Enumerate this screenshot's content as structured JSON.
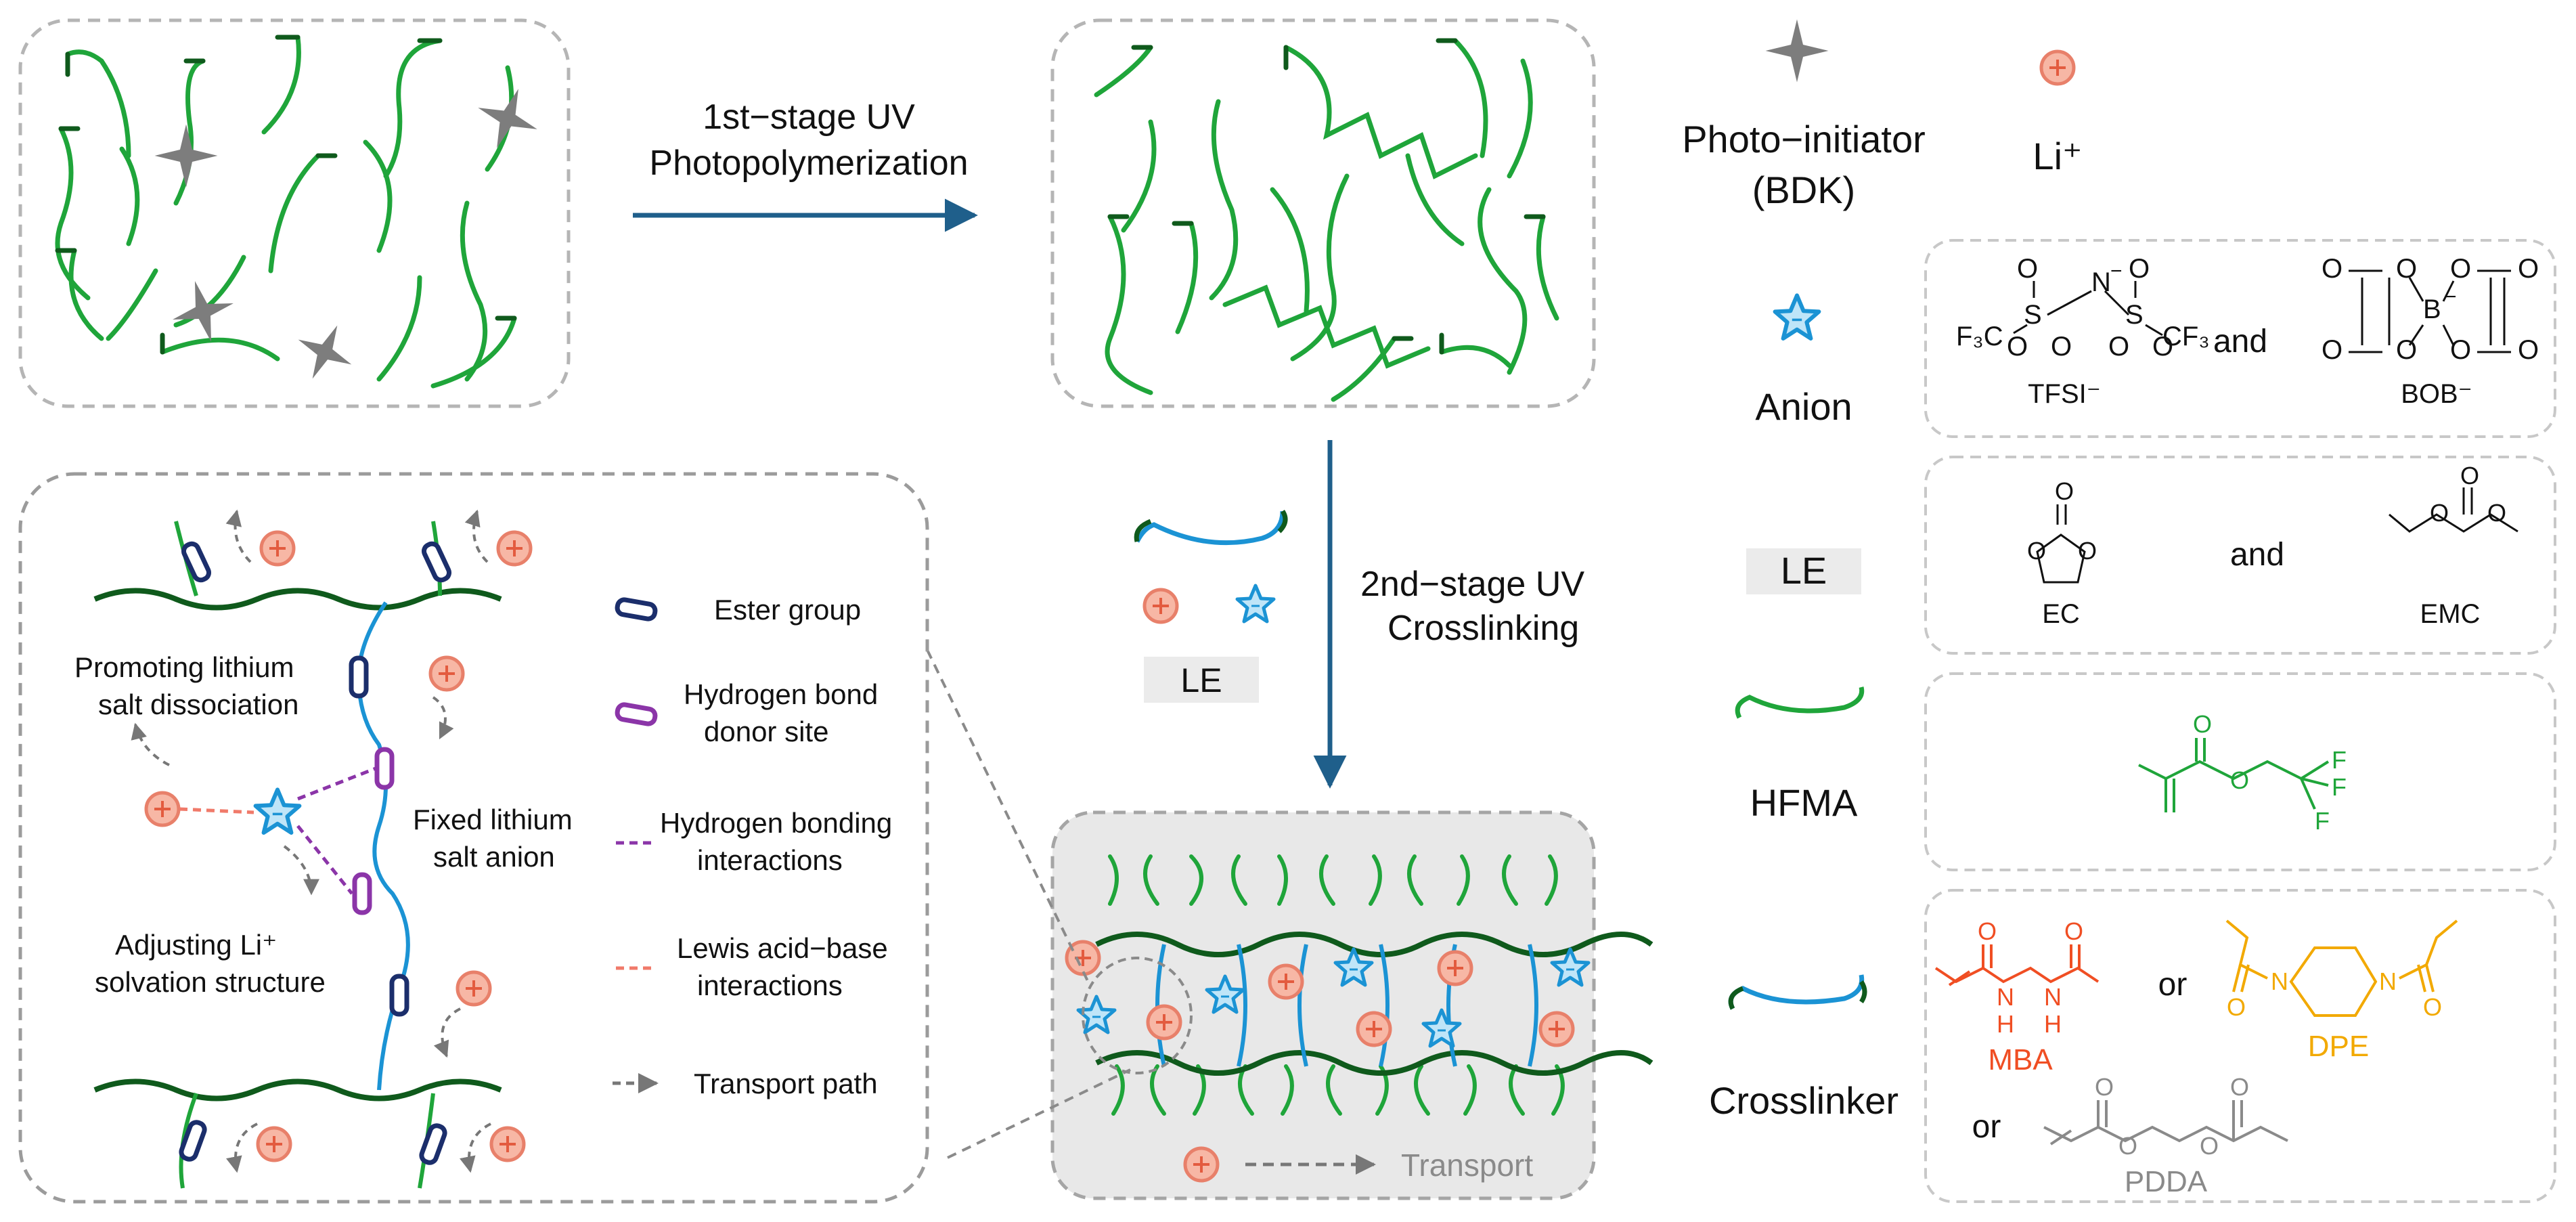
{
  "arrows": {
    "stage1_line1": "1st−stage UV",
    "stage1_line2": "Photopolymerization",
    "stage2_line1": "2nd−stage UV",
    "stage2_line2": "Crosslinking"
  },
  "mid_le_label": "LE",
  "bottom_transport": "Transport",
  "detail": {
    "promoting_1": "Promoting lithium",
    "promoting_2": "salt dissociation",
    "fixed_1": "Fixed lithium",
    "fixed_2": "salt anion",
    "adjusting_1": "Adjusting Li⁺",
    "adjusting_2": "solvation structure"
  },
  "detail_legend": [
    {
      "label_1": "Ester group",
      "label_2": ""
    },
    {
      "label_1": "Hydrogen bond",
      "label_2": "donor site"
    },
    {
      "label_1": "Hydrogen bonding",
      "label_2": "interactions"
    },
    {
      "label_1": "Lewis acid−base",
      "label_2": "interactions"
    },
    {
      "label_1": "Transport path",
      "label_2": ""
    }
  ],
  "legend": {
    "photoinitiator_1": "Photo−initiator",
    "photoinitiator_2": "(BDK)",
    "li": "Li⁺",
    "anion": "Anion",
    "le": "LE",
    "hfma": "HFMA",
    "crosslinker": "Crosslinker"
  },
  "anion_box": {
    "tfsi": "TFSI⁻",
    "bob": "BOB⁻",
    "and": "and",
    "tfsi_left": "F₃C",
    "tfsi_right": "CF₃",
    "n": "N",
    "s": "S",
    "b": "B",
    "minus": "−",
    "o": "O"
  },
  "le_box": {
    "ec": "EC",
    "emc": "EMC",
    "and": "and"
  },
  "crosslinker_box": {
    "mba": "MBA",
    "dpe": "DPE",
    "pdda": "PDDA",
    "or": "or",
    "h": "H",
    "n": "N",
    "o": "O"
  },
  "colors": {
    "green": "#1fa53a",
    "dark_green": "#0f5a1c",
    "blue": "#1b93d4",
    "arrow": "#1f5f8b",
    "li_fill": "#f7b7a5",
    "li_stroke": "#e8806a",
    "mba": "#f04e23",
    "dpe": "#f2a900",
    "pdda": "#8a8a8a",
    "purple": "#8b35a8",
    "navy": "#1b2e6b"
  }
}
